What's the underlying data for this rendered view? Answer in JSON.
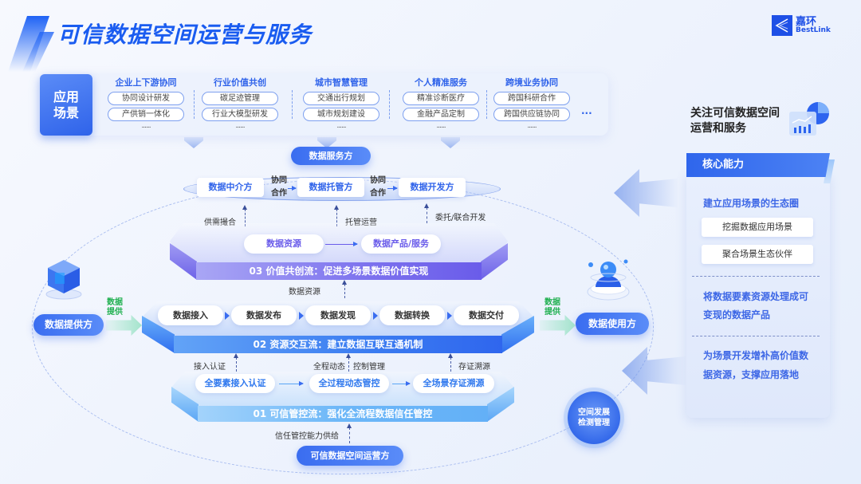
{
  "header": {
    "title": "可信数据空间运营与服务",
    "logo_cn": "嘉环",
    "logo_en": "BestLink"
  },
  "scenarios": {
    "label": "应用场景",
    "columns": [
      {
        "title": "企业上下游协同",
        "items": [
          "协同设计研发",
          "产供销一体化"
        ],
        "more": "......"
      },
      {
        "title": "行业价值共创",
        "items": [
          "碳足迹管理",
          "行业大模型研发"
        ],
        "more": "......"
      },
      {
        "title": "城市智慧管理",
        "items": [
          "交通出行规划",
          "城市规划建设"
        ],
        "more": "......"
      },
      {
        "title": "个人精准服务",
        "items": [
          "精准诊断医疗",
          "金融产品定制"
        ],
        "more": "......"
      },
      {
        "title": "跨境业务协同",
        "items": [
          "跨国科研合作",
          "跨国供应链协同"
        ],
        "more": "......"
      }
    ],
    "ellipsis": "···"
  },
  "service": {
    "party": "数据服务方",
    "roles": [
      "数据中介方",
      "数据托管方",
      "数据开发方"
    ],
    "collab_label": [
      "协同",
      "合作"
    ],
    "notes": [
      "供需撮合",
      "托管运营",
      "委托/联合开发"
    ]
  },
  "layer3": {
    "from": "数据资源",
    "to": "数据产品/服务",
    "band": "03  价值共创流：促进多场景数据价值实现",
    "below_note": "数据资源"
  },
  "layer2": {
    "steps": [
      "数据接入",
      "数据发布",
      "数据发现",
      "数据转换",
      "数据交付"
    ],
    "band": "02  资源交互流：建立数据互联互通机制",
    "notes": [
      "接入认证",
      "全程动态",
      "控制管理",
      "存证溯源"
    ]
  },
  "layer1": {
    "steps": [
      "全要素接入认证",
      "全过程动态管控",
      "全场景存证溯源"
    ],
    "band": "01  可信管控流：强化全流程数据信任管控",
    "below_note": "信任管控能力供给"
  },
  "actors": {
    "provider": "数据提供方",
    "provide_label_left": [
      "数据",
      "提供"
    ],
    "provide_label_right": [
      "数据",
      "提供"
    ],
    "user": "数据使用方",
    "monitor": [
      "空间发展",
      "检测管理"
    ],
    "operator": "可信数据空间运营方"
  },
  "right_panel": {
    "heading": "关注可信数据空间运营和服务",
    "card_title": "核心能力",
    "sections": [
      {
        "title": "建立应用场景的生态圈",
        "items": [
          "挖掘数据应用场景",
          "聚合场景生态伙伴"
        ]
      },
      {
        "title": "将数据要素资源处理成可变现的数据产品",
        "items": []
      },
      {
        "title": "为场景开发增补高价值数据资源，支撑应用落地",
        "items": []
      }
    ]
  },
  "colors": {
    "primary": "#2f63ea",
    "purple": "#6a5cea",
    "light_blue": "#63b0f7",
    "green": "#20b050"
  }
}
